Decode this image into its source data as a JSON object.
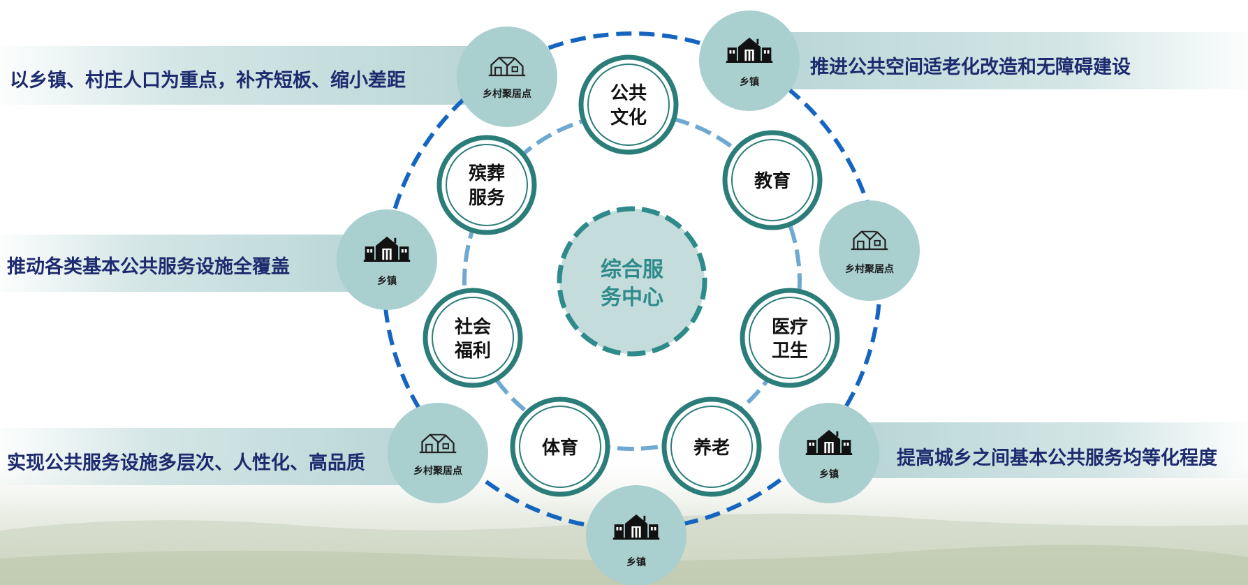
{
  "hub": {
    "line1": "综合服",
    "line2": "务中心"
  },
  "services": {
    "culture": {
      "line1": "公共",
      "line2": "文化"
    },
    "education": {
      "line1": "教育"
    },
    "medical": {
      "line1": "医疗",
      "line2": "卫生"
    },
    "elderly": {
      "line1": "养老"
    },
    "sports": {
      "line1": "体育"
    },
    "welfare": {
      "line1": "社会",
      "line2": "福利"
    },
    "funeral": {
      "line1": "殡葬",
      "line2": "服务"
    }
  },
  "nodes": {
    "village_cluster_label": "乡村聚居点",
    "town_label": "乡镇"
  },
  "banners": {
    "top_left": "以乡镇、村庄人口为重点，补齐短板、缩小差距",
    "top_right": "推进公共空间适老化改造和无障碍建设",
    "mid_left": "推动各类基本公共服务设施全覆盖",
    "bottom_left": "实现公共服务设施多层次、人性化、高品质",
    "bottom_right": "提高城乡之间基本公共服务均等化程度"
  },
  "colors": {
    "navy": "#1d2a6e",
    "teal": "#2f8b8b",
    "node_fill": "#a9cfcf",
    "outer_ring": "#1565c0",
    "inner_ring": "#6fa9d2"
  }
}
